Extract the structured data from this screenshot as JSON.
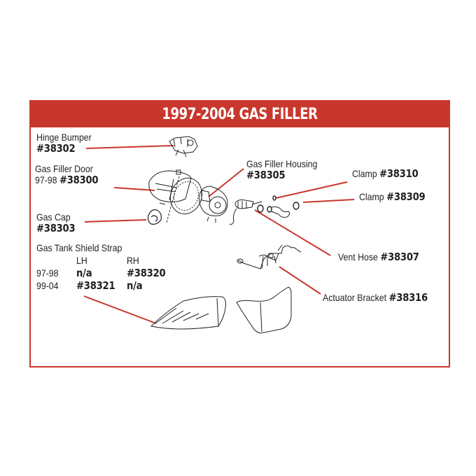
{
  "title": "1997-2004 GAS FILLER",
  "colors": {
    "accent": "#c9372c",
    "text": "#231f20",
    "background": "#ffffff",
    "title_text": "#ffffff"
  },
  "parts": {
    "hinge_bumper": {
      "name": "Hinge Bumper",
      "part_number": "#38302"
    },
    "gas_filler_door": {
      "name": "Gas Filler Door",
      "years": "97-98",
      "part_number": "#38300"
    },
    "gas_cap": {
      "name": "Gas Cap",
      "part_number": "#38303"
    },
    "gas_filler_housing": {
      "name": "Gas Filler Housing",
      "part_number": "#38305"
    },
    "clamp_1": {
      "name": "Clamp",
      "part_number": "#38310"
    },
    "clamp_2": {
      "name": "Clamp",
      "part_number": "#38309"
    },
    "vent_hose": {
      "name": "Vent Hose",
      "part_number": "#38307"
    },
    "actuator_bracket": {
      "name": "Actuator Bracket",
      "part_number": "#38316"
    }
  },
  "shield_strap": {
    "name": "Gas Tank Shield Strap",
    "columns": [
      "LH",
      "RH"
    ],
    "rows": [
      {
        "years": "97-98",
        "lh": "n/a",
        "rh": "#38320"
      },
      {
        "years": "99-04",
        "lh": "#38321",
        "rh": "n/a"
      }
    ]
  }
}
